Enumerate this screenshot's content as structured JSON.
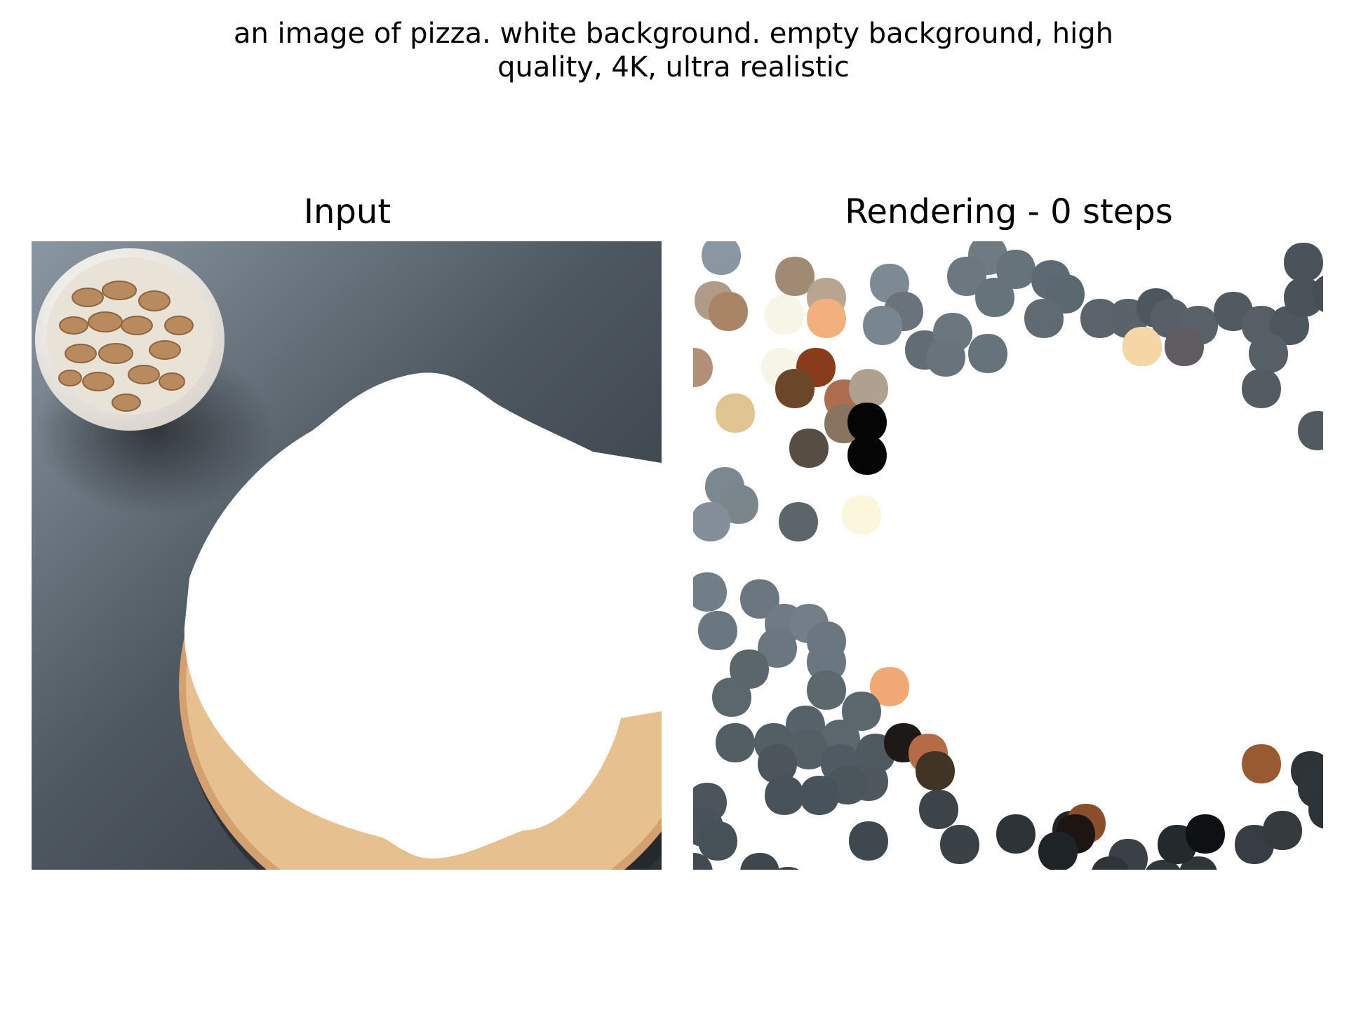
{
  "figure": {
    "suptitle_lines": [
      "an image of pizza. white background. empty background, high",
      "quality, 4K, ultra realistic"
    ],
    "panels": [
      {
        "title": "Input"
      },
      {
        "title": "Rendering - 0 steps"
      }
    ]
  },
  "colors": {
    "table_light": "#8a96a1",
    "table_dark": "#2c3238",
    "crust": "#d8a878",
    "bowl": "#f2eee8",
    "nuts": "#b88a5e"
  }
}
